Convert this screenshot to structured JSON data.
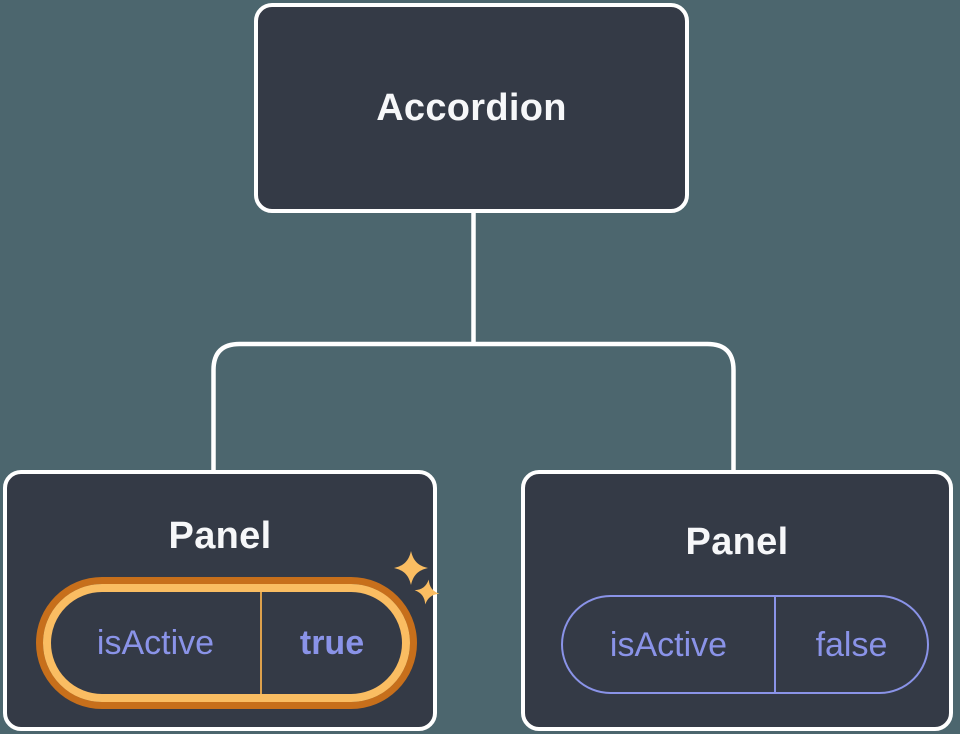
{
  "diagram": {
    "description": "Component tree diagram: Accordion parent passing state to two Panel children",
    "tree": {
      "root": {
        "label": "Accordion"
      },
      "children": [
        {
          "label": "Panel",
          "state": {
            "name": "isActive",
            "value": "true"
          },
          "highlighted": true,
          "icon": "sparkles-icon"
        },
        {
          "label": "Panel",
          "state": {
            "name": "isActive",
            "value": "false"
          },
          "highlighted": false
        }
      ]
    }
  },
  "colors": {
    "background": "#4c666e",
    "node_fill": "#343a46",
    "node_border": "#ffffff",
    "connector": "#ffffff",
    "title_text": "#f6f7f9",
    "state_purple": "#8a93e8",
    "highlight_gold": "#fabd62",
    "highlight_orange": "#c76f1b",
    "highlight_divider": "#dda14c"
  }
}
